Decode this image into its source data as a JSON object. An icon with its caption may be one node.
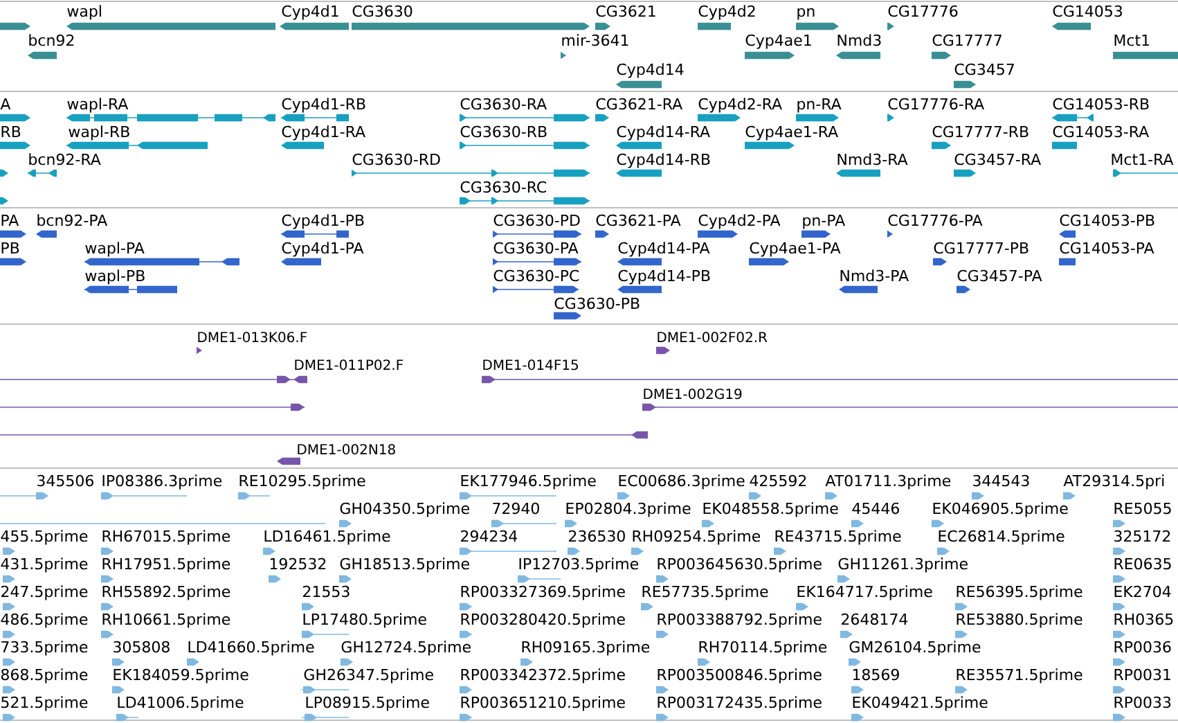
{
  "diagram": {
    "labels": [
      "wapl",
      "Cyp4d1",
      "CG3630",
      "CG3621",
      "Cyp4d2",
      "pn",
      "CG17776",
      "CG14053",
      "bcn92",
      "mir-3641",
      "Cyp4ae1",
      "Nmd3",
      "CG17777",
      "Mct1",
      "Cyp4d14",
      "CG3457",
      "A",
      "wapl-RA",
      "Cyp4d1-RB",
      "CG3630-RA",
      "CG3621-RA",
      "Cyp4d2-RA",
      "pn-RA",
      "CG17776-RA",
      "CG14053-RB",
      "RB",
      "wapl-RB",
      "Cyp4d1-RA",
      "CG3630-RB",
      "Cyp4d14-RA",
      "Cyp4ae1-RA",
      "CG17777-RB",
      "CG14053-RA",
      "bcn92-RA",
      "CG3630-RD",
      "Cyp4d14-RB",
      "Nmd3-RA",
      "CG3457-RA",
      "Mct1-RA",
      "CG3630-RC",
      "PA",
      "bcn92-PA",
      "Cyp4d1-PB",
      "CG3630-PD",
      "CG3621-PA",
      "Cyp4d2-PA",
      "pn-PA",
      "CG17776-PA",
      "CG14053-PB",
      "PB",
      "wapl-PA",
      "Cyp4d1-PA",
      "CG3630-PA",
      "Cyp4d14-PA",
      "Cyp4ae1-PA",
      "CG17777-PB",
      "CG14053-PA",
      "wapl-PB",
      "CG3630-PC",
      "Cyp4d14-PB",
      "Nmd3-PA",
      "CG3457-PA",
      "CG3630-PB",
      "DME1-013K06.F",
      "DME1-002F02.R",
      "DME1-011P02.F",
      "DME1-014F15",
      "DME1-002G19",
      "DME1-002N18",
      "345506",
      "IP08386.3prime",
      "RE10295.5prime",
      "EK177946.5prime",
      "EC00686.3prime",
      "425592",
      "AT01711.3prime",
      "344543",
      "AT29314.5pri",
      "GH04350.5prime",
      "72940",
      "EP02804.3prime",
      "EK048558.5prime",
      "45446",
      "EK046905.5prime",
      "RE5055",
      "455.5prime",
      "RH67015.5prime",
      "LD16461.5prime",
      "294234",
      "236530",
      "RH09254.5prime",
      "RE43715.5prime",
      "EC26814.5prime",
      "325172",
      "431.5prime",
      "RH17951.5prime",
      "192532",
      "GH18513.5prime",
      "IP12703.5prime",
      "RP003645630.5prime",
      "GH11261.3prime",
      "RE0635",
      "247.5prime",
      "RH55892.5prime",
      "21553",
      "RP003327369.5prime",
      "RE57735.5prime",
      "EK164717.5prime",
      "RE56395.5prime",
      "EK2704",
      "486.5prime",
      "RH10661.5prime",
      "LP17480.5prime",
      "RP003280420.5prime",
      "RP003388792.5prime",
      "2648174",
      "RE53880.5prime",
      "RH0365",
      "733.5prime",
      "305808",
      "LD41660.5prime",
      "GH12724.5prime",
      "RH09165.3prime",
      "RH70114.5prime",
      "GM26104.5prime",
      "RP0036",
      "868.5prime",
      "EK184059.5prime",
      "GH26347.5prime",
      "RP003342372.5prime",
      "RP003500846.5prime",
      "18569",
      "RE35571.5prime",
      "RP0031",
      "521.5prime",
      "LD41006.5prime",
      "LP08915.5prime",
      "RP003651210.5prime",
      "RP003172435.5prime",
      "EK049421.5prime",
      "RP0033"
    ]
  }
}
